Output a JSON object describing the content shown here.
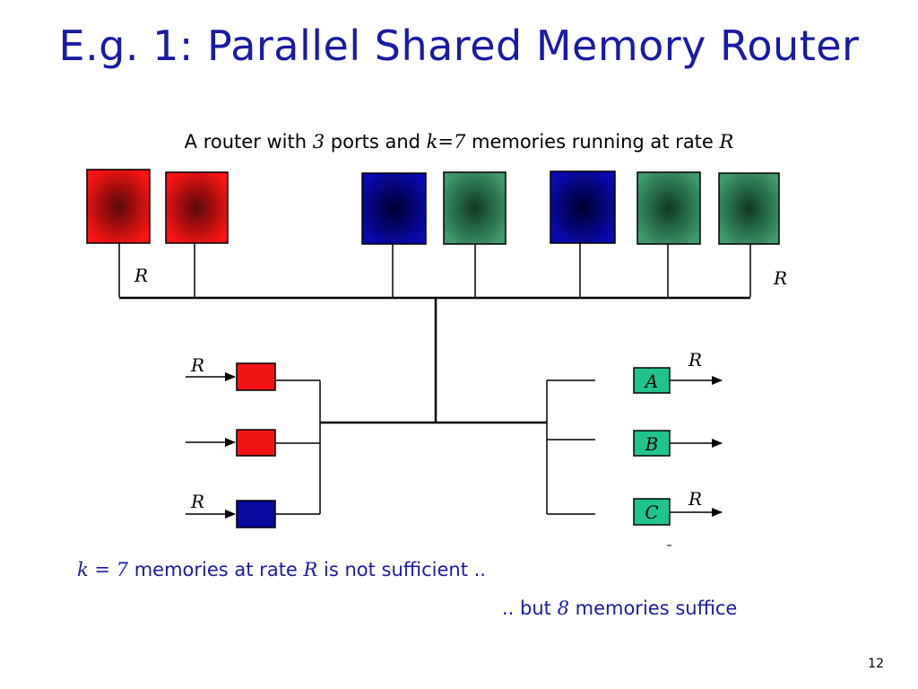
{
  "title": "E.g. 1: Parallel Shared Memory Router",
  "subtitle": {
    "t1": "A router with ",
    "ports": "3",
    "t2": " ports and ",
    "k": "k=7",
    "t3": " memories running at rate ",
    "r": "R"
  },
  "diagram": {
    "rate_label": "R",
    "output_ports": [
      "A",
      "B",
      "C"
    ],
    "memory_colors": [
      "red",
      "red",
      "blue",
      "green",
      "blue",
      "green",
      "green"
    ],
    "input_port_colors": [
      "red",
      "red",
      "blue"
    ],
    "colors": {
      "red": "#e31212",
      "blue": "#0a0a9e",
      "green": "#2e8a5c",
      "port_green": "#1fc58c"
    }
  },
  "note1": {
    "k": "k = 7",
    "t1": " memories at rate ",
    "r": "R",
    "t2": " is not sufficient .."
  },
  "note2": {
    "t1": ".. but ",
    "n": "8",
    "t2": " memories suffice"
  },
  "page_number": "12"
}
